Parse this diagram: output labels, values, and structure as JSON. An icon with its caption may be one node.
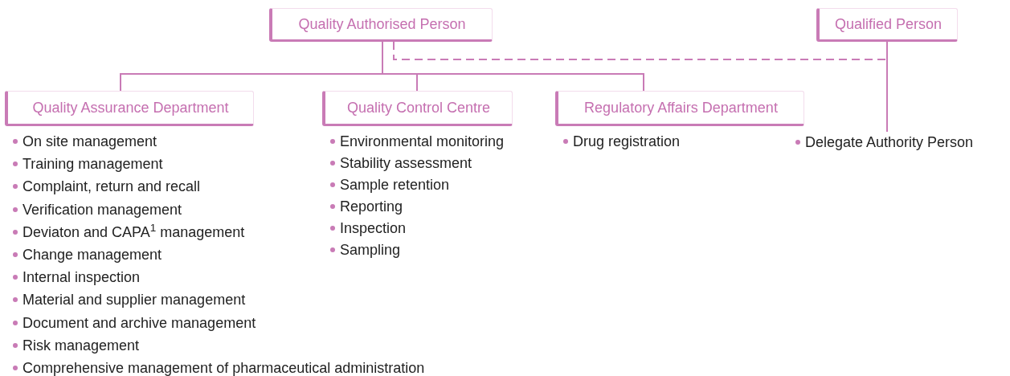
{
  "diagram": {
    "nodes": [
      {
        "text": [
          "Quality Authorised Person"
        ]
      },
      {
        "text": [
          "Qualified Person"
        ]
      },
      {
        "text": [
          "Quality Assurance Department"
        ],
        "beside": [
          "On site management",
          "Training management",
          "Complaint, return and recall",
          "Verification management",
          "Deviaton and CAPA$^{1}$ management",
          "Change management",
          "Internal inspection",
          "Material and supplier management",
          "Document and archive management",
          "Risk management",
          "Comprehensive management of pharmaceutical administration"
        ]
      },
      {
        "text": [
          "Quality Control Centre"
        ],
        "beside": [
          "Environmental monitoring",
          "Stability assessment",
          "Sample retention",
          "Reporting",
          "Inspection",
          "Sampling"
        ]
      },
      {
        "text": [
          "Regulatory Affairs Department"
        ],
        "beside": [
          "Drug registration"
        ]
      },
      {
        "text": [
          "Delegate Authority Person"
        ]
      }
    ],
    "edges": [
      {
        "from": 0,
        "to": 2,
        "arrow": "none"
      },
      {
        "from": 0,
        "to": 3,
        "arrow": "none"
      },
      {
        "from": 0,
        "to": 4,
        "arrow": "none"
      },
      {
        "from": 1,
        "to": 5,
        "arrow": "none"
      },
      {
        "from": 0,
        "to": 1,
        "arrow": "none",
        "style": "dashed"
      }
    ]
  }
}
